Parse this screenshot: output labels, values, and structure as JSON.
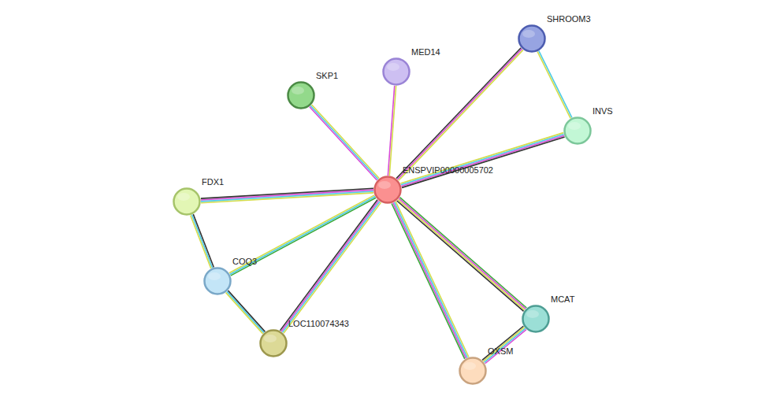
{
  "diagram": {
    "nodes": [
      {
        "text": [
          "SHROOM3"
        ]
      },
      {
        "text": [
          "MED14"
        ]
      },
      {
        "text": [
          "SKP1"
        ]
      },
      {
        "text": [
          "INVS"
        ]
      },
      {
        "text": [
          "ENSPVIP00000005702"
        ]
      },
      {
        "text": [
          "FDX1"
        ]
      },
      {
        "text": [
          "COQ3"
        ]
      },
      {
        "text": [
          "MCAT"
        ]
      },
      {
        "text": [
          "LOC110074343"
        ]
      },
      {
        "text": [
          "OXSM"
        ]
      }
    ],
    "edges": [
      {
        "from": 4,
        "to": 0,
        "arrow": "none"
      },
      {
        "from": 4,
        "to": 1,
        "arrow": "none"
      },
      {
        "from": 4,
        "to": 2,
        "arrow": "none"
      },
      {
        "from": 4,
        "to": 3,
        "arrow": "none"
      },
      {
        "from": 4,
        "to": 5,
        "arrow": "none"
      },
      {
        "from": 4,
        "to": 6,
        "arrow": "none"
      },
      {
        "from": 4,
        "to": 7,
        "arrow": "none"
      },
      {
        "from": 4,
        "to": 8,
        "arrow": "none"
      },
      {
        "from": 4,
        "to": 9,
        "arrow": "none"
      },
      {
        "from": 0,
        "to": 3,
        "arrow": "none"
      },
      {
        "from": 5,
        "to": 6,
        "arrow": "none"
      },
      {
        "from": 6,
        "to": 8,
        "arrow": "none"
      },
      {
        "from": 7,
        "to": 9,
        "arrow": "none"
      }
    ]
  }
}
